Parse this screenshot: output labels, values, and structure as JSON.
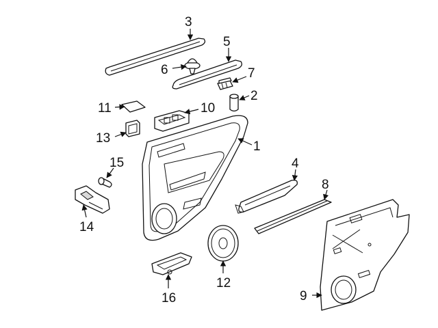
{
  "callouts": {
    "c1": "1",
    "c2": "2",
    "c3": "3",
    "c4": "4",
    "c5": "5",
    "c6": "6",
    "c7": "7",
    "c8": "8",
    "c9": "9",
    "c10": "10",
    "c11": "11",
    "c12": "12",
    "c13": "13",
    "c14": "14",
    "c15": "15",
    "c16": "16"
  },
  "colors": {
    "line": "#111111",
    "background": "#ffffff",
    "shade": "#d9d9d9"
  }
}
